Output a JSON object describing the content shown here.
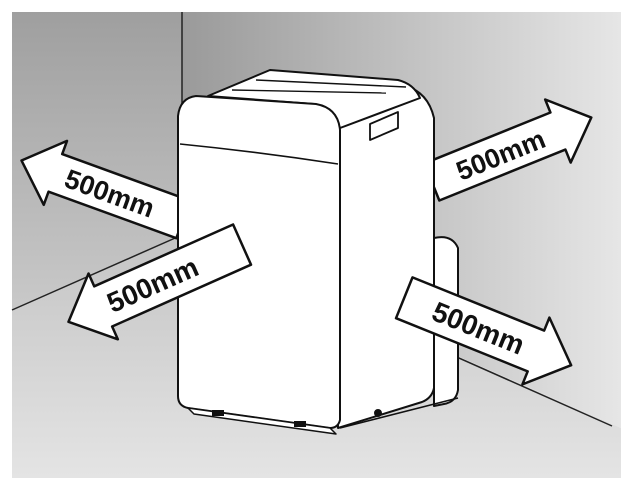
{
  "labels": {
    "left_upper": "500mm",
    "left_lower": "500mm",
    "right_upper": "500mm",
    "right_lower": "500mm"
  },
  "colors": {
    "background": "#ffffff",
    "wall_left": "#b9b9b9",
    "wall_right": "#c8c8c8",
    "floor": "#d2d2d2",
    "unit_body": "#ffffff",
    "outline": "#1a1a1a",
    "arrow_fill": "#ffffff"
  },
  "icons": {
    "unit": "portable-air-conditioner-icon",
    "arrow": "clearance-arrow-icon"
  }
}
